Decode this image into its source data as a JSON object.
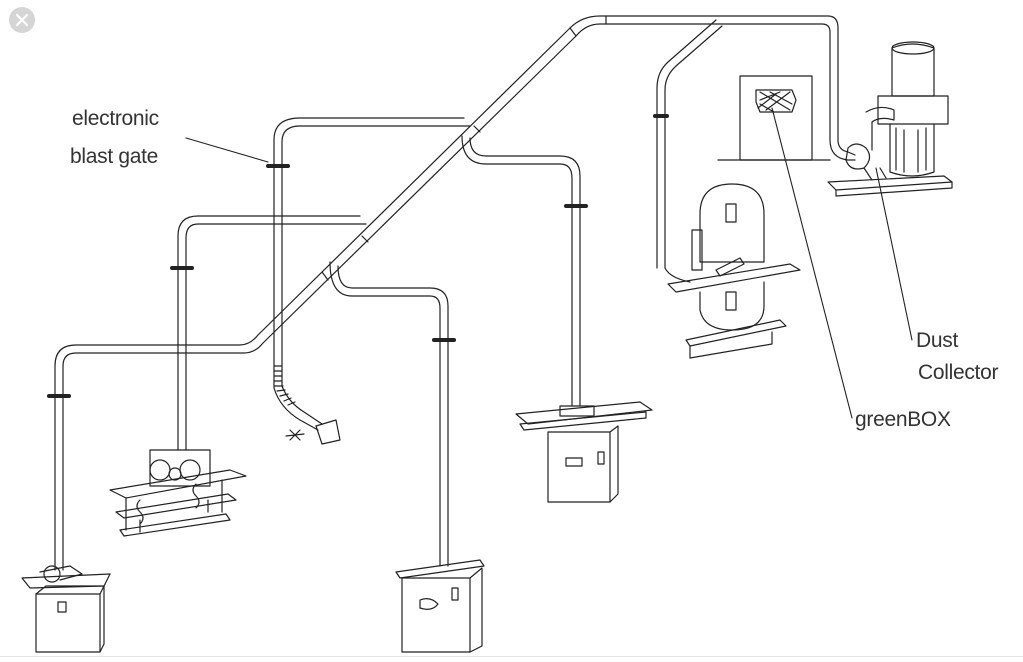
{
  "diagram": {
    "labels": {
      "blast_gate_line1": "electronic",
      "blast_gate_line2": "blast gate",
      "dust_line1": "Dust",
      "dust_line2": "Collector",
      "greenbox": "greenBOX"
    }
  },
  "ui": {
    "close_icon": "close-icon"
  }
}
